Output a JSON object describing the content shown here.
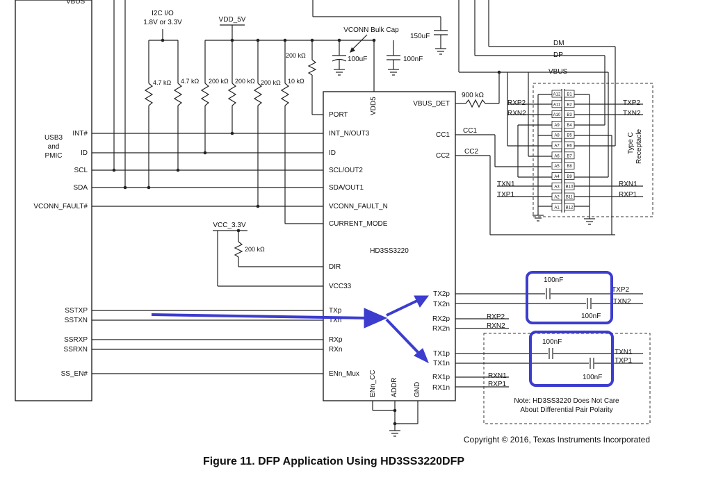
{
  "caption": "Figure 11.  DFP Application Using HD3SS3220DFP",
  "copyright": "Copyright © 2016, Texas Instruments Incorporated",
  "note_line1": "Note: HD3SS3220 Does Not Care",
  "note_line2": "About Differential Pair Polarity",
  "host_block": {
    "label_line1": "USB3",
    "label_line2": "and",
    "label_line3": "PMIC",
    "top_pin": "VBUS",
    "pins": [
      "INT#",
      "ID",
      "SCL",
      "SDA",
      "VCONN_FAULT#",
      "SSTXP",
      "SSTXN",
      "SSRXP",
      "SSRXN",
      "SS_EN#"
    ]
  },
  "supplies": {
    "i2c_line1": "I2C I/O",
    "i2c_line2": "1.8V or 3.3V",
    "vdd": "VDD_5V",
    "vcc": "VCC_3.3V",
    "vconn_cap_label": "VCONN Bulk Cap"
  },
  "resistors": [
    "4.7 kΩ",
    "4.7 kΩ",
    "200 kΩ",
    "200 kΩ",
    "200 kΩ",
    "10 kΩ",
    "200 kΩ",
    "900 kΩ",
    "200 kΩ"
  ],
  "capacitors": [
    "150uF",
    "100uF",
    "100nF",
    "100nF",
    "100nF",
    "100nF",
    "100nF"
  ],
  "chip": {
    "name": "HD3SS3220",
    "left_pins": [
      "PORT",
      "INT_N/OUT3",
      "ID",
      "SCL/OUT2",
      "SDA/OUT1",
      "VCONN_FAULT_N",
      "CURRENT_MODE",
      "DIR",
      "VCC33",
      "TXp",
      "TXn",
      "RXp",
      "RXn",
      "ENn_Mux"
    ],
    "top_pin": "VDD5",
    "right_pins": [
      "VBUS_DET",
      "CC1",
      "CC2",
      "TX2p",
      "TX2n",
      "RX2p",
      "RX2n",
      "TX1p",
      "TX1n",
      "RX1p",
      "RX1n"
    ],
    "bottom_pins": [
      "ENn_CC",
      "ADDR",
      "GND"
    ]
  },
  "nets": {
    "dm": "DM",
    "dp": "DP",
    "vbus": "VBUS",
    "cc1": "CC1",
    "cc2": "CC2",
    "rxp2": "RXP2",
    "rxn2": "RXN2",
    "txn1": "TXN1",
    "txp1": "TXP1",
    "txp2": "TXP2",
    "txn2": "TXN2",
    "rxn1": "RXN1",
    "rxp1": "RXP1"
  },
  "connector": {
    "label_line1": "Type C",
    "label_line2": "Receptacle",
    "left_pins": [
      "A12",
      "A11",
      "A10",
      "A9",
      "A8",
      "A7",
      "A6",
      "A5",
      "A4",
      "A3",
      "A2",
      "A1"
    ],
    "right_pins": [
      "B1",
      "B2",
      "B3",
      "B4",
      "B5",
      "B6",
      "B7",
      "B8",
      "B9",
      "B10",
      "B11",
      "B12"
    ]
  },
  "colors": {
    "highlight": "#3c3ccf",
    "wire": "#222222"
  }
}
